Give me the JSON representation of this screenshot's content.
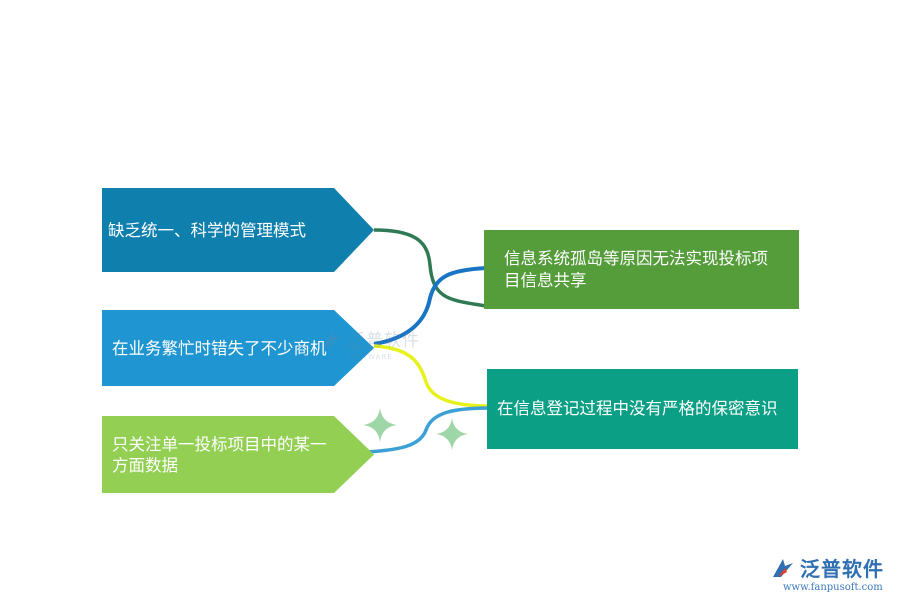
{
  "left_items": [
    {
      "text": "缺乏统一、科学的管理模式",
      "color": "#0f7fae"
    },
    {
      "text": "在业务繁忙时错失了不少商机",
      "color": "#1f96d1"
    },
    {
      "text": "只关注单一投标项目中的某一方面数据",
      "color": "#92cf53"
    }
  ],
  "right_items": [
    {
      "text": "信息系统孤岛等原因无法实现投标项目信息共享",
      "color": "#559c3b"
    },
    {
      "text": "在信息登记过程中没有严格的保密意识",
      "color": "#0ba085"
    }
  ],
  "connector_colors": {
    "dark_green": "#2f7a55",
    "blue": "#1a74c4",
    "yellow": "#e6f21a",
    "light_blue": "#3aa0d6"
  },
  "sparkle_color": "#9fd6a8",
  "watermark": {
    "text": "泛普软件",
    "subtext": "FANPU SOFTWARE"
  },
  "logo": {
    "brand": "泛普软件",
    "url": "www.fanpusoft.com",
    "icon": "fanpu-logo-icon"
  }
}
